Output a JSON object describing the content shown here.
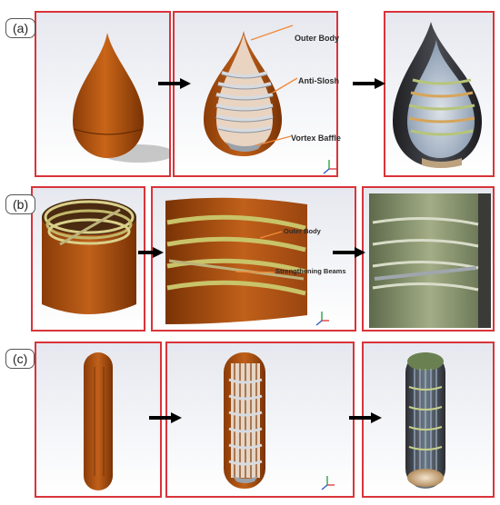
{
  "rows": {
    "a": {
      "tag": "(a)",
      "labels": {
        "outer_body": "Outer Body",
        "anti_slosh": "Anti-Slosh",
        "vortex_baffle": "Vortex Baffle"
      }
    },
    "b": {
      "tag": "(b)",
      "labels": {
        "outer_body": "Outer Body",
        "strengthening_beams": "Strengthening Beams"
      }
    },
    "c": {
      "tag": "(c)"
    }
  },
  "colors": {
    "frame": "#d9343a",
    "body": "#b5530e",
    "label_arrow": "#f08a3a",
    "ring": "#c8d08a",
    "flow_arrow": "#000000"
  },
  "icons": [
    "orientation-triad-icon",
    "flow-arrow-icon"
  ]
}
